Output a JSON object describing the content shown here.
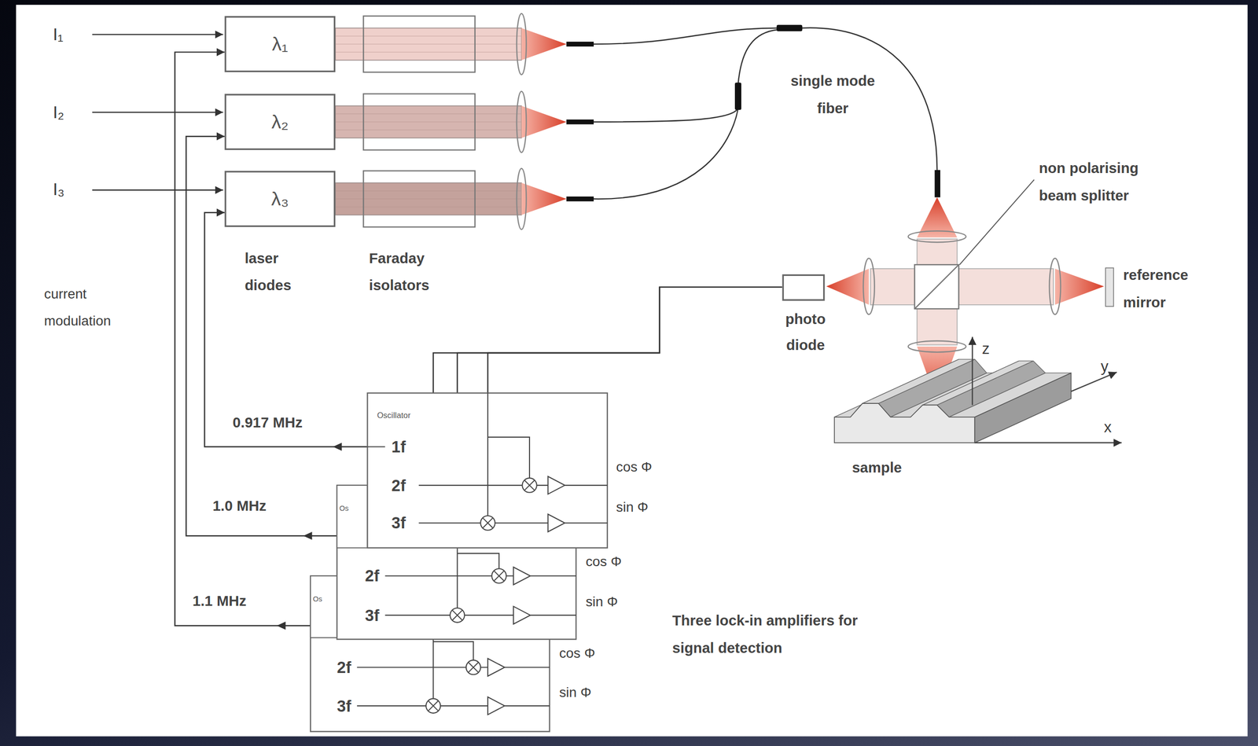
{
  "diagram": {
    "nodes": [
      {
        "text": [
          "λ₁"
        ]
      },
      {
        "text": [
          "λ₂"
        ]
      },
      {
        "text": [
          "λ₃"
        ]
      },
      {
        "text": [
          "photo diode"
        ]
      },
      {
        "text": [
          "Oscillator",
          "1f",
          "2f",
          "3f"
        ]
      },
      {
        "text": [
          "2f",
          "3f"
        ]
      },
      {
        "text": [
          "Os"
        ],
        "in": 5
      },
      {
        "text": [
          "2f",
          "3f"
        ]
      },
      {
        "text": [
          "Os"
        ],
        "in": 7
      }
    ],
    "edges": [
      {
        "from": 4,
        "to": 2,
        "arrow": "to",
        "label": "0.917 MHz"
      },
      {
        "from": 6,
        "to": 1,
        "arrow": "to",
        "label": "1.0 MHz"
      },
      {
        "from": 8,
        "to": 0,
        "arrow": "to",
        "label": "1.1 MHz"
      },
      {
        "from": 3,
        "to": 4,
        "arrow": "none"
      },
      {
        "from": 3,
        "to": 5,
        "arrow": "none"
      },
      {
        "from": 3,
        "to": 7,
        "arrow": "none"
      }
    ],
    "labels": [
      "I₁",
      "I₂",
      "I₃",
      "current modulation",
      "laser diodes",
      "Faraday isolators",
      "single mode fiber",
      "non polarising beam splitter",
      "reference mirror",
      "z",
      "y",
      "x",
      "sample",
      "cos Φ",
      "sin Φ",
      "cos Φ",
      "sin Φ",
      "cos Φ",
      "sin Φ",
      "Three lock-in amplifiers for signal detection"
    ]
  }
}
